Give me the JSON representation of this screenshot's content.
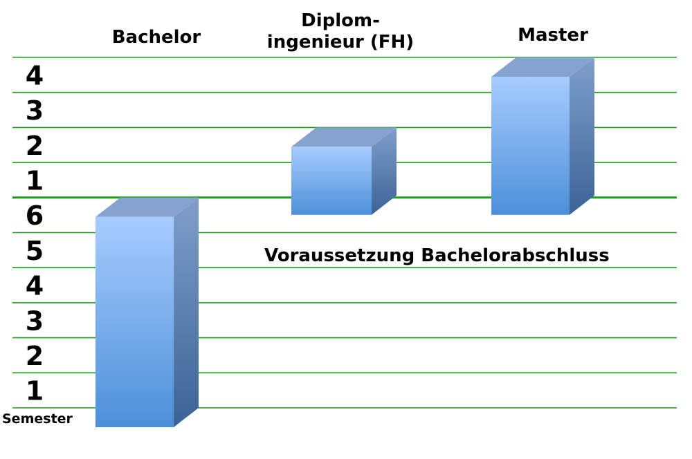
{
  "chart_data": {
    "type": "bar",
    "style": "3d-stacked-timeline",
    "unit_label": "Semester",
    "y_tick_labels": [
      "1",
      "2",
      "3",
      "4",
      "5",
      "6",
      "1",
      "2",
      "3",
      "4"
    ],
    "categories": [
      "Bachelor",
      "Diplom-\ningenieur (FH)",
      "Master"
    ],
    "category_lines": [
      [
        "Bachelor"
      ],
      [
        "Diplom-",
        "ingenieur (FH)"
      ],
      [
        "Master"
      ]
    ],
    "bars": [
      {
        "category": "Bachelor",
        "start": 0,
        "end": 6,
        "semesters": 6
      },
      {
        "category": "Diplom-ingenieur (FH)",
        "start": 6,
        "end": 8,
        "semesters": 2
      },
      {
        "category": "Master",
        "start": 6,
        "end": 10,
        "semesters": 4
      }
    ],
    "annotation": "Voraussetzung Bachelorabschluss",
    "ylim": [
      0,
      10
    ],
    "grid": true,
    "colors": {
      "gridline": "#1aa01a",
      "front_top": "#a7ccff",
      "front_bottom": "#4d90d8",
      "side_top": "#7f9fca",
      "side_bottom": "#3c6396",
      "top_face": "#86a3cf"
    }
  }
}
